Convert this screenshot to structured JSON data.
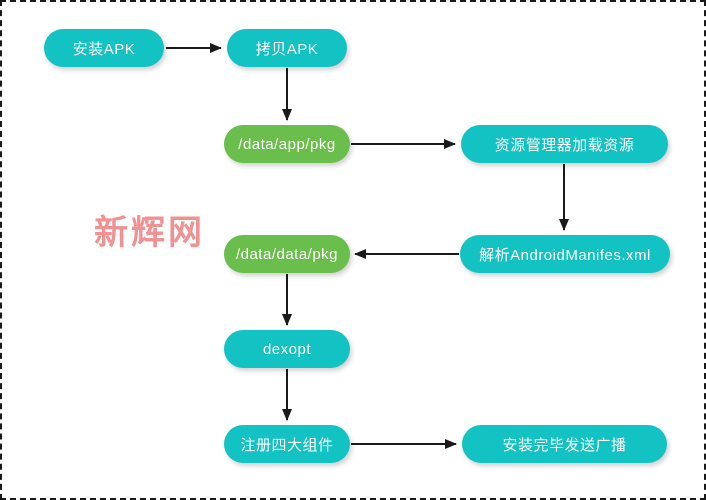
{
  "diagram": {
    "watermark": "新辉网",
    "colors": {
      "node_teal": "#13C2C2",
      "node_green": "#6ABE4B",
      "arrow": "#1a1a1a",
      "watermark": "#F07E7E",
      "background": "#ffffff",
      "border": "#1a1a1a"
    },
    "nodes": [
      {
        "id": "install-apk",
        "label": "安装APK",
        "color": "teal"
      },
      {
        "id": "copy-apk",
        "label": "拷贝APK",
        "color": "teal"
      },
      {
        "id": "data-app-pkg",
        "label": "/data/app/pkg",
        "color": "green"
      },
      {
        "id": "resource-manager-load",
        "label": "资源管理器加载资源",
        "color": "teal"
      },
      {
        "id": "data-data-pkg",
        "label": "/data/data/pkg",
        "color": "green"
      },
      {
        "id": "parse-manifest",
        "label": "解析AndroidManifes.xml",
        "color": "teal"
      },
      {
        "id": "dexopt",
        "label": "dexopt",
        "color": "teal"
      },
      {
        "id": "register-components",
        "label": "注册四大组件",
        "color": "teal"
      },
      {
        "id": "broadcast-complete",
        "label": "安装完毕发送广播",
        "color": "teal"
      }
    ],
    "edges": [
      {
        "from": "install-apk",
        "to": "copy-apk"
      },
      {
        "from": "copy-apk",
        "to": "data-app-pkg"
      },
      {
        "from": "data-app-pkg",
        "to": "resource-manager-load"
      },
      {
        "from": "resource-manager-load",
        "to": "parse-manifest"
      },
      {
        "from": "parse-manifest",
        "to": "data-data-pkg"
      },
      {
        "from": "data-data-pkg",
        "to": "dexopt"
      },
      {
        "from": "dexopt",
        "to": "register-components"
      },
      {
        "from": "register-components",
        "to": "broadcast-complete"
      }
    ]
  }
}
